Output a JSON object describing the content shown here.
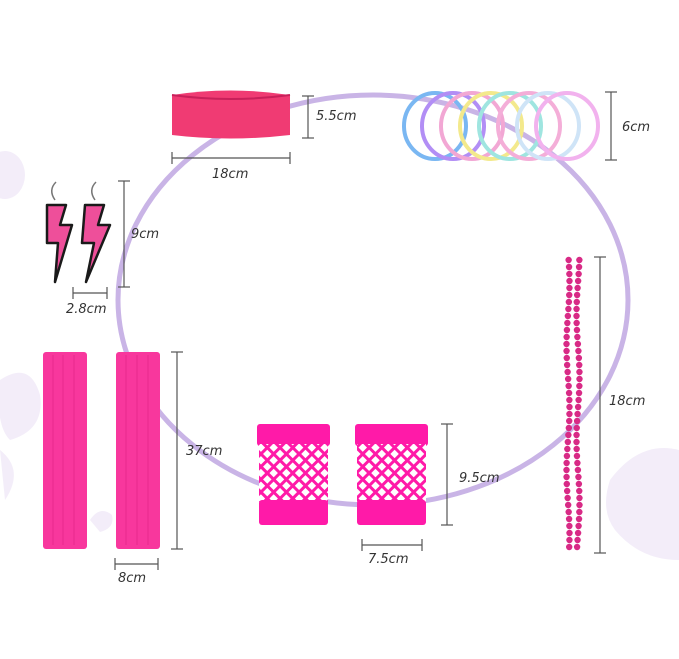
{
  "products": {
    "headband": {
      "icon": "headband",
      "color": "#f03b73",
      "width_label": "18cm",
      "height_label": "5.5cm"
    },
    "bracelets": {
      "icon": "glow-bracelets",
      "height_label": "6cm",
      "colors": [
        "#7ab7f2",
        "#b28ef5",
        "#f2a7d4",
        "#f3e98c",
        "#9fe5e0",
        "#f4aed8",
        "#cfe4f7",
        "#f2b2ee"
      ]
    },
    "earrings": {
      "icon": "lightning-bolt-earrings",
      "color": "#ee4f9a",
      "height_label": "9cm",
      "width_label": "2.8cm"
    },
    "leg_warmers": {
      "icon": "leg-warmers",
      "color": "#f8379d",
      "height_label": "37cm",
      "width_label": "8cm"
    },
    "fishnet_gloves": {
      "icon": "fishnet-gloves",
      "color": "#ff1aa8",
      "height_label": "9.5cm",
      "width_label": "7.5cm"
    },
    "bead_necklace": {
      "icon": "bead-necklace",
      "color": "#d82a86",
      "height_label": "18cm"
    }
  },
  "decor": {
    "ring_color": "#c9b4e6",
    "blob_color": "#f3edf9"
  }
}
